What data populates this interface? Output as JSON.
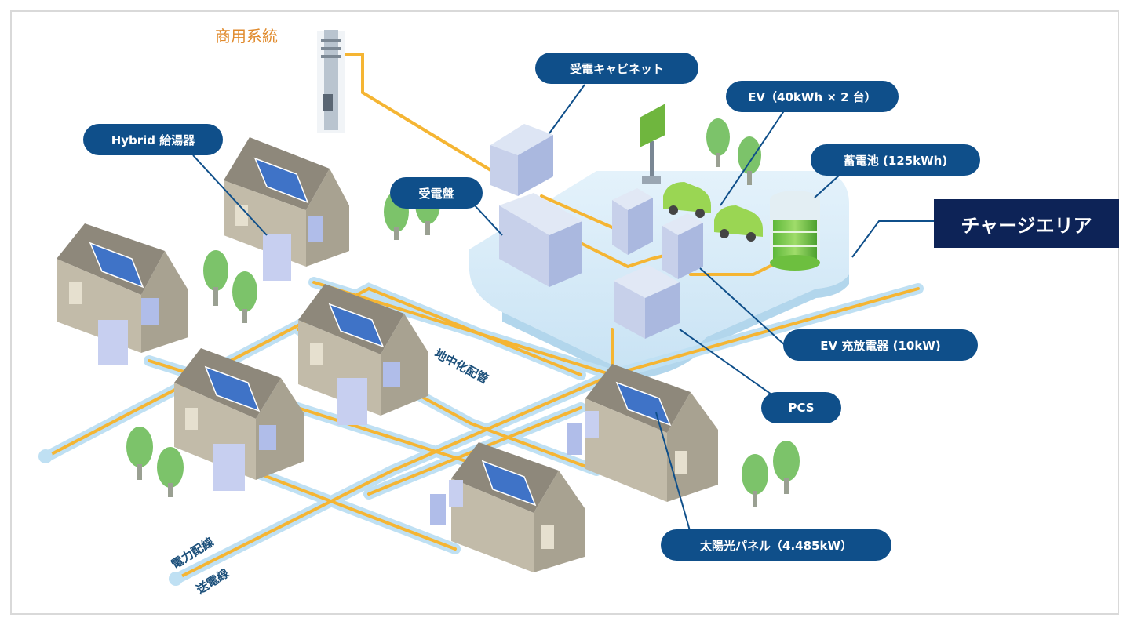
{
  "labels": {
    "commercial_grid": "商用系統",
    "hybrid_water_heater": "Hybrid 給湯器",
    "receiving_cabinet": "受電キャビネット",
    "ev": "EV（40kWh × 2 台）",
    "battery": "蓄電池 (125kWh)",
    "receiving_panel": "受電盤",
    "charge_area": "チャージエリア",
    "ev_charger": "EV 充放電器 (10kW)",
    "pcs": "PCS",
    "solar_panel": "太陽光パネル（4.485kW）",
    "underground_piping": "地中化配管",
    "power_wiring": "電力配線",
    "transmission_line": "送電線"
  },
  "colors": {
    "label_bg": "#0f4f8a",
    "charge_area_bg": "#0d2357",
    "power_line": "#f5b533",
    "conduit": "#bfe0f3",
    "house_wall": "#c2bba9",
    "roof": "#8e887b",
    "solar": "#3f73c7",
    "tree": "#7cc36a",
    "accent_orange": "#e08a2c"
  }
}
